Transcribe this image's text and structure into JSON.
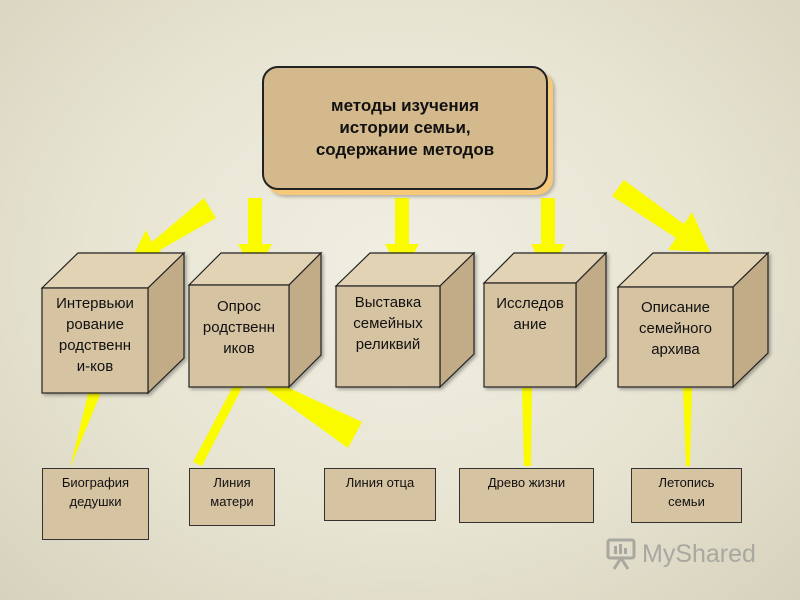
{
  "title": [
    "методы изучения",
    "истории семьи,",
    "содержание методов"
  ],
  "methods": [
    {
      "lines": [
        "Интервьюи",
        "рование",
        "родственн",
        "и-ков"
      ]
    },
    {
      "lines": [
        "Опрос",
        "родственн",
        "иков"
      ]
    },
    {
      "lines": [
        "Выставка",
        "семейных",
        "реликвий"
      ]
    },
    {
      "lines": [
        "Исследов",
        "ание"
      ]
    },
    {
      "lines": [
        "Описание",
        "семейного",
        "архива"
      ]
    }
  ],
  "results": [
    {
      "lines": [
        "Биография",
        "дедушки"
      ]
    },
    {
      "lines": [
        "Линия",
        "матери"
      ]
    },
    {
      "lines": [
        "Линия отца"
      ]
    },
    {
      "lines": [
        "Древо жизни"
      ]
    },
    {
      "lines": [
        "Летопись",
        "семьи"
      ]
    }
  ],
  "watermark": "MyShared",
  "colors": {
    "cube_front": "#d6c3a2",
    "cube_top": "#e3d3b5",
    "cube_side": "#c2ab87",
    "arrow": "#fbfb00",
    "title_fill": "#d4b98d",
    "title_glow": "#f6c97a"
  }
}
